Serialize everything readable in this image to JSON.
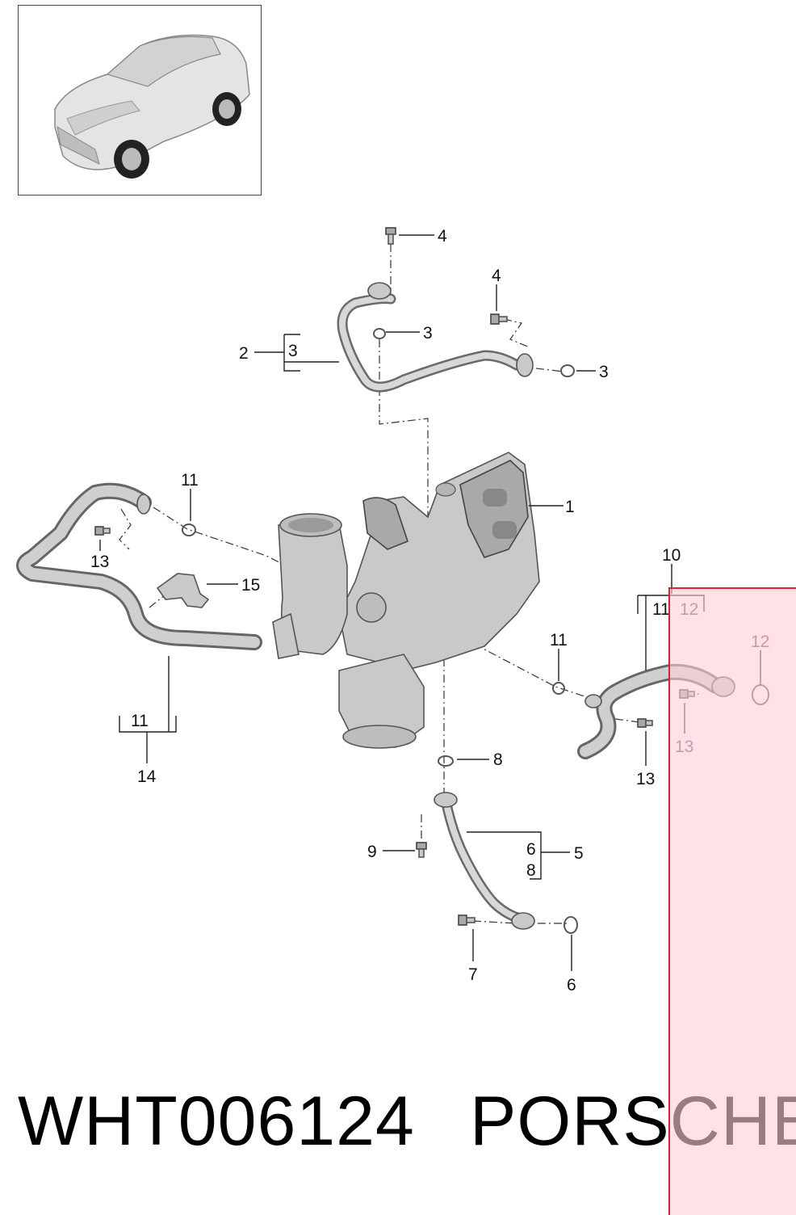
{
  "diagram": {
    "callouts": {
      "c1": "1",
      "c2": "2",
      "c2_sub3": "3",
      "c3a": "3",
      "c3b": "3",
      "c4a": "4",
      "c4b": "4",
      "c5": "5",
      "c5_sub6": "6",
      "c5_sub8": "8",
      "c6": "6",
      "c7": "7",
      "c8": "8",
      "c9": "9",
      "c10": "10",
      "c10_sub11": "11",
      "c10_sub12": "12",
      "c11a": "11",
      "c11b": "11",
      "c12": "12",
      "c13a": "13",
      "c13b": "13",
      "c13c": "13",
      "c14": "14",
      "c14_sub11": "11",
      "c15": "15"
    }
  },
  "footer": {
    "part_number": "WHT006124",
    "brand": "PORSCHE"
  },
  "colors": {
    "highlight_fill": "#ffcdd7",
    "highlight_border": "#e02030",
    "part_gray": "#c9c9c9"
  }
}
